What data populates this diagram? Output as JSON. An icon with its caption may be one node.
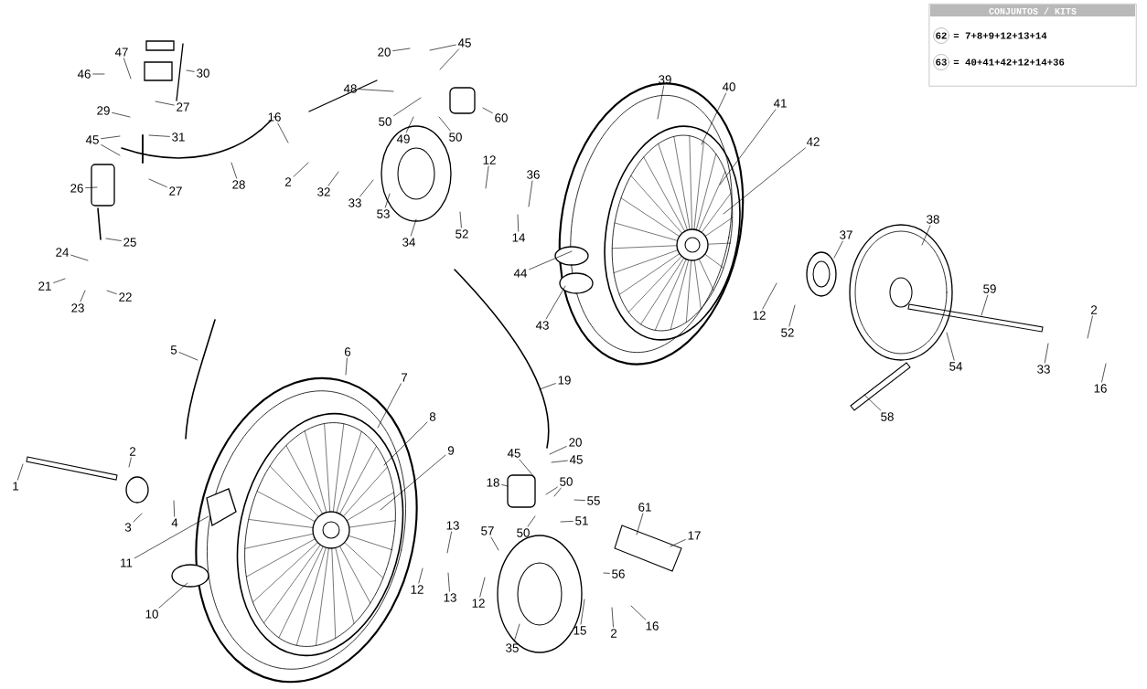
{
  "diagram": {
    "nodes": [
      {
        "text": [
          "47"
        ]
      },
      {
        "text": [
          "46"
        ]
      },
      {
        "text": [
          "30"
        ]
      },
      {
        "text": [
          "27"
        ]
      },
      {
        "text": [
          "29"
        ]
      },
      {
        "text": [
          "45"
        ]
      },
      {
        "text": [
          "31"
        ]
      },
      {
        "text": [
          "26"
        ]
      },
      {
        "text": [
          "27"
        ]
      },
      {
        "text": [
          "28"
        ]
      },
      {
        "text": [
          "25"
        ]
      },
      {
        "text": [
          "24"
        ]
      },
      {
        "text": [
          "21"
        ]
      },
      {
        "text": [
          "23"
        ]
      },
      {
        "text": [
          "22"
        ]
      },
      {
        "text": [
          "16"
        ]
      },
      {
        "text": [
          "2"
        ]
      },
      {
        "text": [
          "32"
        ]
      },
      {
        "text": [
          "33"
        ]
      },
      {
        "text": [
          "48"
        ]
      },
      {
        "text": [
          "20"
        ]
      },
      {
        "text": [
          "45"
        ]
      },
      {
        "text": [
          "50"
        ]
      },
      {
        "text": [
          "49"
        ]
      },
      {
        "text": [
          "50"
        ]
      },
      {
        "text": [
          "60"
        ]
      },
      {
        "text": [
          "53"
        ]
      },
      {
        "text": [
          "34"
        ]
      },
      {
        "text": [
          "52"
        ]
      },
      {
        "text": [
          "12"
        ]
      },
      {
        "text": [
          "36"
        ]
      },
      {
        "text": [
          "14"
        ]
      },
      {
        "text": [
          "39"
        ]
      },
      {
        "text": [
          "40"
        ]
      },
      {
        "text": [
          "41"
        ]
      },
      {
        "text": [
          "42"
        ]
      },
      {
        "text": [
          "44"
        ]
      },
      {
        "text": [
          "43"
        ]
      },
      {
        "text": [
          "12"
        ]
      },
      {
        "text": [
          "52"
        ]
      },
      {
        "text": [
          "37"
        ]
      },
      {
        "text": [
          "38"
        ]
      },
      {
        "text": [
          "59"
        ]
      },
      {
        "text": [
          "54"
        ]
      },
      {
        "text": [
          "33"
        ]
      },
      {
        "text": [
          "2"
        ]
      },
      {
        "text": [
          "16"
        ]
      },
      {
        "text": [
          "58"
        ]
      },
      {
        "text": [
          "5"
        ]
      },
      {
        "text": [
          "6"
        ]
      },
      {
        "text": [
          "7"
        ]
      },
      {
        "text": [
          "8"
        ]
      },
      {
        "text": [
          "9"
        ]
      },
      {
        "text": [
          "1"
        ]
      },
      {
        "text": [
          "2"
        ]
      },
      {
        "text": [
          "3"
        ]
      },
      {
        "text": [
          "4"
        ]
      },
      {
        "text": [
          "11"
        ]
      },
      {
        "text": [
          "10"
        ]
      },
      {
        "text": [
          "13"
        ]
      },
      {
        "text": [
          "13"
        ]
      },
      {
        "text": [
          "12"
        ]
      },
      {
        "text": [
          "12"
        ]
      },
      {
        "text": [
          "19"
        ]
      },
      {
        "text": [
          "20"
        ]
      },
      {
        "text": [
          "45"
        ]
      },
      {
        "text": [
          "45"
        ]
      },
      {
        "text": [
          "18"
        ]
      },
      {
        "text": [
          "50"
        ]
      },
      {
        "text": [
          "55"
        ]
      },
      {
        "text": [
          "51"
        ]
      },
      {
        "text": [
          "50"
        ]
      },
      {
        "text": [
          "57"
        ]
      },
      {
        "text": [
          "56"
        ]
      },
      {
        "text": [
          "61"
        ]
      },
      {
        "text": [
          "17"
        ]
      },
      {
        "text": [
          "35"
        ]
      },
      {
        "text": [
          "15"
        ]
      },
      {
        "text": [
          "2"
        ]
      },
      {
        "text": [
          "16"
        ]
      },
      {
        "text": [
          "CONJUNTOS / KITS"
        ]
      },
      {
        "text": [
          "62"
        ],
        "in": 80,
        "beside": [
          "= 7+8+9+12+13+14"
        ]
      },
      {
        "text": [
          "63"
        ],
        "in": 80,
        "beside": [
          "= 40+41+42+12+14+36"
        ]
      }
    ],
    "edges": [
      {
        "from": 0,
        "to": null,
        "arrow": "none"
      },
      {
        "from": 1,
        "to": null,
        "arrow": "none"
      },
      {
        "from": 2,
        "to": null,
        "arrow": "none"
      },
      {
        "from": 3,
        "to": null,
        "arrow": "none"
      },
      {
        "from": 4,
        "to": null,
        "arrow": "none"
      },
      {
        "from": 5,
        "to": null,
        "arrow": "none"
      },
      {
        "from": 5,
        "to": null,
        "arrow": "none"
      },
      {
        "from": 6,
        "to": null,
        "arrow": "none"
      },
      {
        "from": 7,
        "to": null,
        "arrow": "none"
      },
      {
        "from": 8,
        "to": null,
        "arrow": "none"
      },
      {
        "from": 9,
        "to": null,
        "arrow": "none"
      },
      {
        "from": 10,
        "to": null,
        "arrow": "none"
      },
      {
        "from": 11,
        "to": null,
        "arrow": "none"
      },
      {
        "from": 12,
        "to": null,
        "arrow": "none"
      },
      {
        "from": 13,
        "to": null,
        "arrow": "none"
      },
      {
        "from": 14,
        "to": null,
        "arrow": "none"
      },
      {
        "from": 15,
        "to": null,
        "arrow": "none"
      },
      {
        "from": 16,
        "to": null,
        "arrow": "none"
      },
      {
        "from": 17,
        "to": null,
        "arrow": "none"
      },
      {
        "from": 18,
        "to": null,
        "arrow": "none"
      },
      {
        "from": 19,
        "to": null,
        "arrow": "none"
      },
      {
        "from": 20,
        "to": null,
        "arrow": "none"
      },
      {
        "from": 21,
        "to": null,
        "arrow": "none"
      },
      {
        "from": 21,
        "to": null,
        "arrow": "none"
      },
      {
        "from": 22,
        "to": null,
        "arrow": "none"
      },
      {
        "from": 23,
        "to": null,
        "arrow": "none"
      },
      {
        "from": 24,
        "to": null,
        "arrow": "none"
      },
      {
        "from": 25,
        "to": null,
        "arrow": "none"
      },
      {
        "from": 26,
        "to": null,
        "arrow": "none"
      },
      {
        "from": 27,
        "to": null,
        "arrow": "none"
      },
      {
        "from": 28,
        "to": null,
        "arrow": "none"
      },
      {
        "from": 29,
        "to": null,
        "arrow": "none"
      },
      {
        "from": 30,
        "to": null,
        "arrow": "none"
      },
      {
        "from": 31,
        "to": null,
        "arrow": "none"
      },
      {
        "from": 32,
        "to": null,
        "arrow": "none"
      },
      {
        "from": 33,
        "to": null,
        "arrow": "none"
      },
      {
        "from": 34,
        "to": null,
        "arrow": "none"
      },
      {
        "from": 35,
        "to": null,
        "arrow": "none"
      },
      {
        "from": 36,
        "to": null,
        "arrow": "none"
      },
      {
        "from": 37,
        "to": null,
        "arrow": "none"
      },
      {
        "from": 38,
        "to": null,
        "arrow": "none"
      },
      {
        "from": 39,
        "to": null,
        "arrow": "none"
      },
      {
        "from": 40,
        "to": null,
        "arrow": "none"
      },
      {
        "from": 41,
        "to": null,
        "arrow": "none"
      },
      {
        "from": 42,
        "to": null,
        "arrow": "none"
      },
      {
        "from": 43,
        "to": null,
        "arrow": "none"
      },
      {
        "from": 44,
        "to": null,
        "arrow": "none"
      },
      {
        "from": 45,
        "to": null,
        "arrow": "none"
      },
      {
        "from": 46,
        "to": null,
        "arrow": "none"
      },
      {
        "from": 47,
        "to": null,
        "arrow": "none"
      },
      {
        "from": 48,
        "to": null,
        "arrow": "none"
      },
      {
        "from": 49,
        "to": null,
        "arrow": "none"
      },
      {
        "from": 50,
        "to": null,
        "arrow": "none"
      },
      {
        "from": 51,
        "to": null,
        "arrow": "none"
      },
      {
        "from": 52,
        "to": null,
        "arrow": "none"
      },
      {
        "from": 53,
        "to": null,
        "arrow": "none"
      },
      {
        "from": 54,
        "to": null,
        "arrow": "none"
      },
      {
        "from": 55,
        "to": null,
        "arrow": "none"
      },
      {
        "from": 56,
        "to": null,
        "arrow": "none"
      },
      {
        "from": 57,
        "to": null,
        "arrow": "none"
      },
      {
        "from": 58,
        "to": null,
        "arrow": "none"
      },
      {
        "from": 59,
        "to": null,
        "arrow": "none"
      },
      {
        "from": 60,
        "to": null,
        "arrow": "none"
      },
      {
        "from": 61,
        "to": null,
        "arrow": "none"
      },
      {
        "from": 62,
        "to": null,
        "arrow": "none"
      },
      {
        "from": 63,
        "to": null,
        "arrow": "none"
      },
      {
        "from": 64,
        "to": null,
        "arrow": "none"
      },
      {
        "from": 65,
        "to": null,
        "arrow": "none"
      },
      {
        "from": 66,
        "to": null,
        "arrow": "none"
      },
      {
        "from": 67,
        "to": null,
        "arrow": "none"
      },
      {
        "from": 68,
        "to": null,
        "arrow": "none"
      },
      {
        "from": 68,
        "to": null,
        "arrow": "none"
      },
      {
        "from": 69,
        "to": null,
        "arrow": "none"
      },
      {
        "from": 70,
        "to": null,
        "arrow": "none"
      },
      {
        "from": 71,
        "to": null,
        "arrow": "none"
      },
      {
        "from": 72,
        "to": null,
        "arrow": "none"
      },
      {
        "from": 73,
        "to": null,
        "arrow": "none"
      },
      {
        "from": 74,
        "to": null,
        "arrow": "none"
      },
      {
        "from": 75,
        "to": null,
        "arrow": "none"
      },
      {
        "from": 76,
        "to": null,
        "arrow": "none"
      },
      {
        "from": 77,
        "to": null,
        "arrow": "none"
      },
      {
        "from": 78,
        "to": null,
        "arrow": "none"
      },
      {
        "from": 79,
        "to": null,
        "arrow": "none"
      }
    ]
  }
}
